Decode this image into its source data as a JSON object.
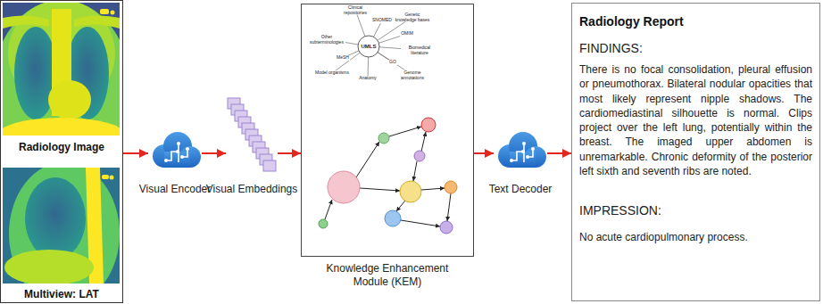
{
  "diagram": {
    "nodes": [
      {
        "text": [
          "Radiology Image",
          "Multiview: LAT"
        ]
      },
      {
        "text": [
          "Visual Encoder"
        ]
      },
      {
        "text": [
          "Visual Embeddings"
        ]
      },
      {
        "text": [
          "Knowledge Enhancement Module (KEM)"
        ]
      },
      {
        "text": [
          "Text Decoder"
        ]
      },
      {
        "text": [
          "Radiology Report",
          "FINDINGS:",
          "There is no focal consolidation, pleural effusion or pneumothorax. Bilateral nodular opacities that most likely represent nipple shadows. The cardiomediastinal silhouette is normal. Clips project over the left lung, potentially within the breast. The imaged upper abdomen is unremarkable. Chronic deformity of the posterior left sixth and seventh ribs are noted.",
          "IMPRESSION:",
          "No acute cardiopulmonary process."
        ]
      }
    ],
    "edges": [
      {
        "from": 0,
        "to": 1,
        "arrow": "to"
      },
      {
        "from": 1,
        "to": 2,
        "arrow": "to"
      },
      {
        "from": 2,
        "to": 3,
        "arrow": "to"
      },
      {
        "from": 3,
        "to": 4,
        "arrow": "to"
      },
      {
        "from": 4,
        "to": 5,
        "arrow": "to"
      }
    ],
    "labels": [
      "Clinical repositories",
      "SNOMED",
      "Genetic knowledge bases",
      "OMIM",
      "Biomedical literature",
      "GO",
      "Genome annotations",
      "Anatomy",
      "Model organisms",
      "MeSH",
      "Other subterminologies",
      "UMLS"
    ]
  }
}
